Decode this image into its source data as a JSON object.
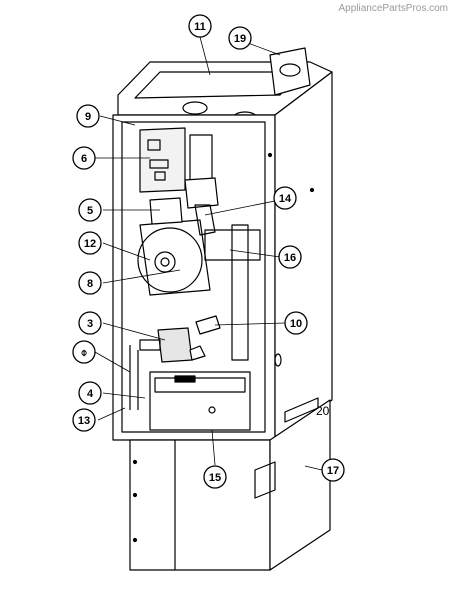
{
  "watermark": "AppliancePartsPros.com",
  "callouts": [
    {
      "id": "11",
      "label": "11"
    },
    {
      "id": "19",
      "label": "19"
    },
    {
      "id": "9",
      "label": "9"
    },
    {
      "id": "6",
      "label": "6"
    },
    {
      "id": "5",
      "label": "5"
    },
    {
      "id": "14",
      "label": "14"
    },
    {
      "id": "12",
      "label": "12"
    },
    {
      "id": "16",
      "label": "16"
    },
    {
      "id": "8",
      "label": "8"
    },
    {
      "id": "3",
      "label": "3"
    },
    {
      "id": "10",
      "label": "10"
    },
    {
      "id": "7",
      "label": "⌽"
    },
    {
      "id": "4",
      "label": "4"
    },
    {
      "id": "13",
      "label": "13"
    },
    {
      "id": "15",
      "label": "15"
    },
    {
      "id": "17",
      "label": "17"
    }
  ],
  "panel_marks": {
    "side_label": "20"
  },
  "colors": {
    "line": "#000000",
    "fill": "#ffffff",
    "shade": "#d8d8d8"
  }
}
